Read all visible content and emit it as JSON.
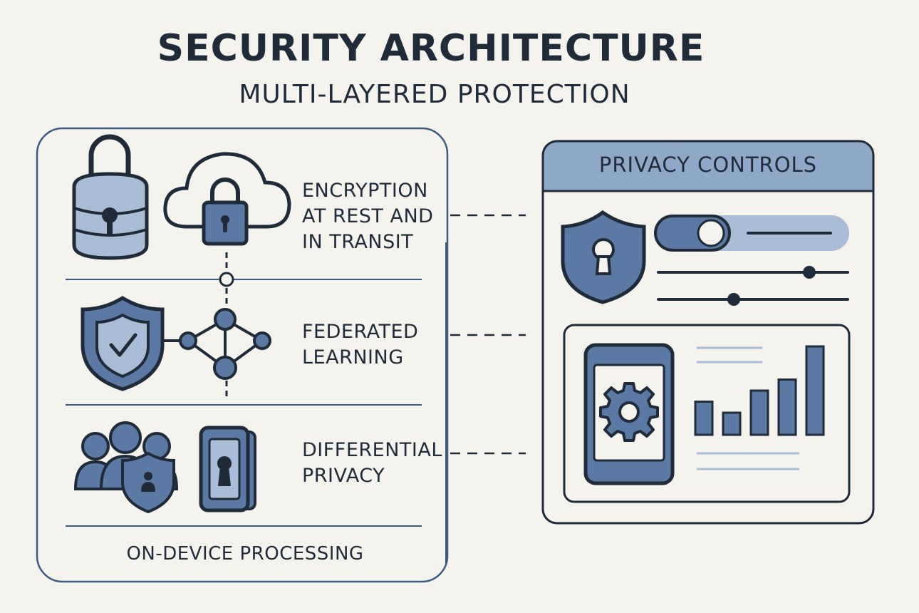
{
  "title": "SECURITY ARCHITECTURE",
  "subtitle": "MULTI-LAYERED PROTECTION",
  "layers": [
    {
      "line1": "ENCRYPTION",
      "line2": "AT REST AND",
      "line3": "IN TRANSIT"
    },
    {
      "line1": "FEDERATED",
      "line2": "LEARNING"
    },
    {
      "line1": "DIFFERENTIAL",
      "line2": "PRIVACY"
    }
  ],
  "footer": "ON-DEVICE PROCESSING",
  "privacy_panel": {
    "title": "PRIVACY CONTROLS",
    "toggle_on": true
  },
  "icons": [
    "database-lock-icon",
    "cloud-lock-icon",
    "shield-check-icon",
    "network-nodes-icon",
    "users-shield-icon",
    "phone-lock-icon",
    "shield-keyhole-icon",
    "phone-gear-icon",
    "bar-chart-icon"
  ],
  "chart_data": {
    "type": "bar",
    "values": [
      3,
      2,
      4,
      5,
      8
    ]
  },
  "colors": {
    "background": "#f5f3ee",
    "outline": "#1f2b38",
    "accent": "#5b7aa3",
    "accent_light": "#a9bdd6",
    "header_fill": "#8fa8c8",
    "frame": "#3d5a80"
  }
}
